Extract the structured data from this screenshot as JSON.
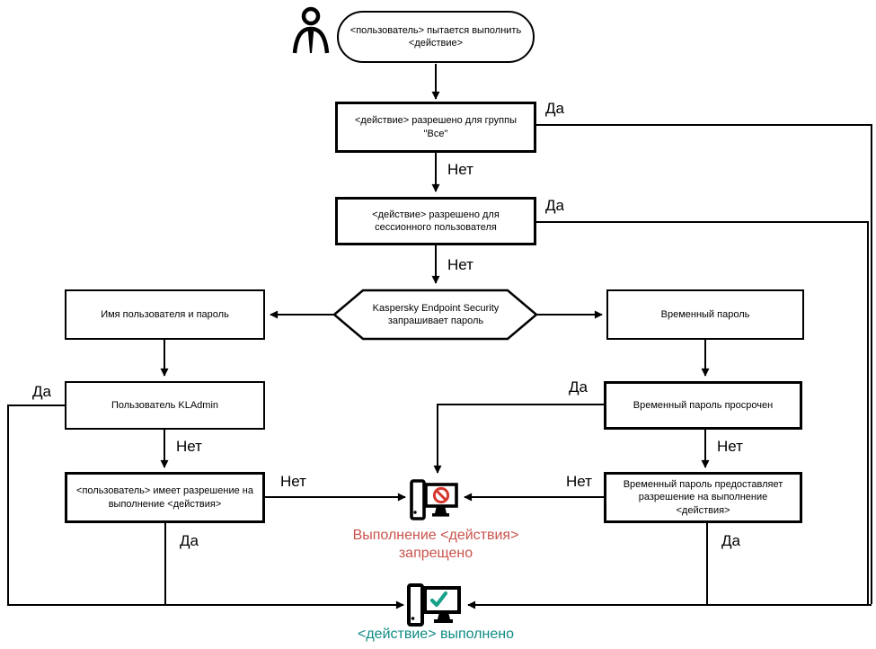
{
  "labels": {
    "yes": "Да",
    "no": "Нет"
  },
  "colors": {
    "line": "#000000",
    "denied_text_red": "#c9534b",
    "prohibit_sign_red": "#d6372e",
    "done_text_teal": "#0f8b84",
    "checkmark_teal": "#17a18b"
  },
  "nodes": {
    "start": "<пользователь> пытается выполнить <действие>",
    "check_group_all": "<действие> разрешено для группы \"Все\"",
    "check_session_user": "<действие> разрешено для сессионного пользователя",
    "kes_prompt": "Kaspersky Endpoint Security запрашивает пароль",
    "username_password": "Имя пользователя и пароль",
    "temp_password": "Временный пароль",
    "kladmin_user": "Пользователь KLAdmin",
    "temp_password_expired": "Временный пароль просрочен",
    "user_has_permission": "<пользователь> имеет разрешение на выполнение <действия>",
    "temp_password_grants": "Временный пароль предоставляет разрешение на выполнение <действия>"
  },
  "results": {
    "denied_line1": "Выполнение <действия>",
    "denied_line2": "запрещено",
    "done": "<действие> выполнено"
  },
  "icons": {
    "actor": "user-actor-icon",
    "denied": "computer-prohibited-icon",
    "done": "computer-check-icon"
  }
}
